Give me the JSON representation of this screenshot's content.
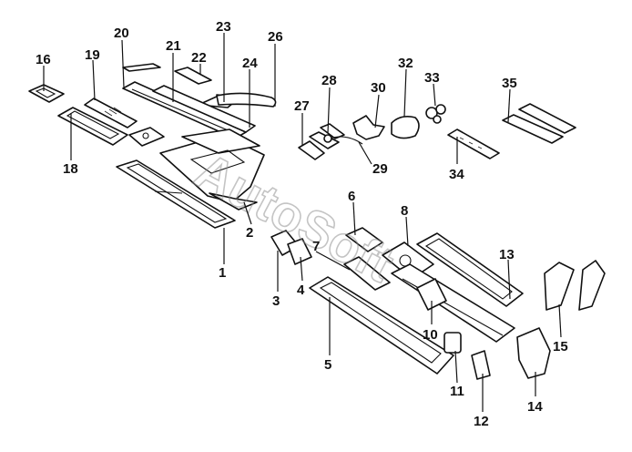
{
  "diagram": {
    "callouts": [
      "1",
      "2",
      "3",
      "4",
      "5",
      "6",
      "7",
      "8",
      "10",
      "11",
      "12",
      "13",
      "14",
      "15",
      "16",
      "18",
      "19",
      "20",
      "21",
      "22",
      "23",
      "24",
      "26",
      "27",
      "28",
      "29",
      "30",
      "32",
      "33",
      "34",
      "35"
    ],
    "watermark": "AutoSoft"
  }
}
